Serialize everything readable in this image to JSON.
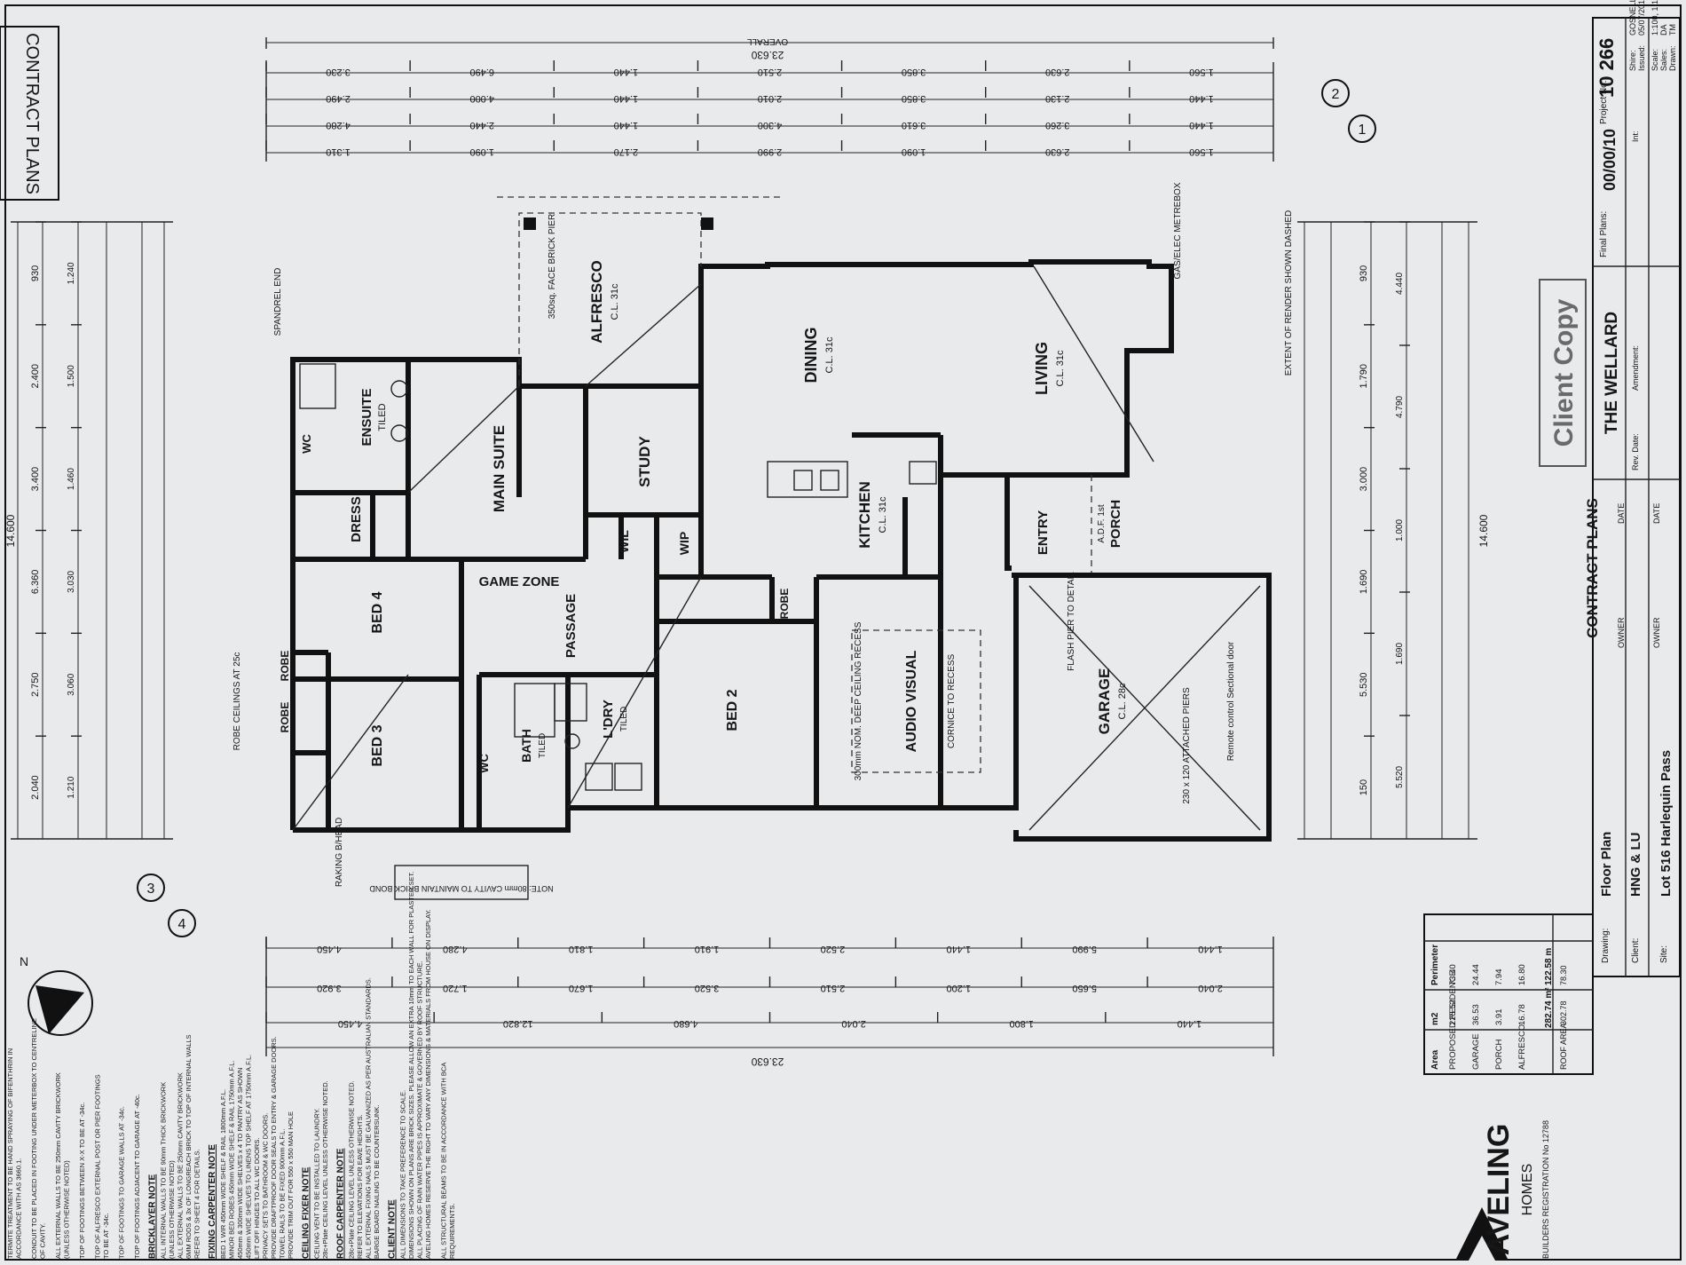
{
  "sheet": {
    "contract_plans_label": "CONTRACT PLANS",
    "client_copy_stamp": "Client Copy",
    "extent_of_render_note": "EXTENT OF RENDER SHOWN DASHED",
    "cavity_note": "NOTE: 80mm CAVITY TO MAINTAIN BRICK BOND",
    "north_label": "N",
    "section_marks": [
      "1",
      "2",
      "3",
      "4"
    ]
  },
  "rooms": {
    "main_suite": "MAIN SUITE",
    "ensuite": "ENSUITE",
    "ensuite_tiled": "TILED",
    "dress": "DRESS",
    "wc_upper": "WC",
    "study": "STUDY",
    "alfresco": "ALFRESCO",
    "alfresco_sub": "C.L. 31c",
    "dining": "DINING",
    "dining_sub": "C.L. 31c",
    "kitchen": "KITCHEN",
    "kitchen_sub": "C.L. 31c",
    "living": "LIVING",
    "living_sub": "C.L. 31c",
    "porch": "PORCH",
    "porch_sub": "A.D.F. 1st",
    "entry": "ENTRY",
    "game_zone": "GAME ZONE",
    "passage": "PASSAGE",
    "wil": "WIL",
    "wip": "WIP",
    "bed4": "BED 4",
    "bed3": "BED 3",
    "bed2": "BED 2",
    "robe_a": "ROBE",
    "robe_b": "ROBE",
    "robe_c": "ROBE",
    "bath": "BATH",
    "bath_tiled": "TILED",
    "wc_lower": "WC",
    "ldry": "L'DRY",
    "ldry_tiled": "TILED",
    "audio_visual": "AUDIO VISUAL",
    "garage": "GARAGE",
    "garage_sub": "C.L. 28c"
  },
  "annotations": {
    "ceiling_recess": "300mm NOM. DEEP CEILING RECESS",
    "cornice_recess": "CORNICE TO RECESS",
    "spandrel_end": "SPANDREL END",
    "gas_metrebox": "GAS/ELEC METREBOX",
    "brick_pier": "350sq. FACE BRICK PIER",
    "flash_pier": "FLASH PIER TO DETAIL",
    "attached_piers": "230 x 120 ATTACHED PIERS",
    "sectional_door": "Remote control Sectional door",
    "robe_ceilings": "ROBE CEILINGS AT 25c",
    "raking": "RAKING B/HEAD"
  },
  "dims": {
    "overall_top": "23.630",
    "overall_top_label": "OVERALL",
    "top_row_1": [
      "3.230",
      "6.490",
      "1.440",
      "2.510",
      "3.850",
      "2.630",
      "1.560"
    ],
    "top_row_2": [
      "2.490",
      "4.000",
      "1.440",
      "2.010",
      "3.850",
      "2.130",
      "1.440"
    ],
    "top_row_3": [
      "4.280",
      "2.440",
      "1.440",
      "4.300",
      "3.610",
      "3.260",
      "1.440"
    ],
    "top_row_4": [
      "1.310",
      "1.090",
      "2.170",
      "2.990",
      "1.090",
      "2.630",
      "1.560"
    ],
    "bottom_row_1": [
      "4.450",
      "4.280",
      "1.810",
      "1.910",
      "2.520",
      "1.440",
      "5.990",
      "1.440"
    ],
    "bottom_row_2": [
      "3.920",
      "1.720",
      "1.670",
      "3.520",
      "2.510",
      "1.200",
      "5.650",
      "2.040"
    ],
    "bottom_row_3": [
      "4.450",
      "12.820",
      "4.680",
      "2.040",
      "1.800",
      "1.440"
    ],
    "overall_bottom": "23.630",
    "left_overall": "14.600",
    "left_chain": [
      "930",
      "2.400",
      "3.400",
      "6.360",
      "2.750",
      "2.040"
    ],
    "left_chain_2": [
      "1.240",
      "1.500",
      "1.460",
      "3.030",
      "3.060",
      "1.210"
    ],
    "right_overall": "14.600",
    "right_chain": [
      "930",
      "1.790",
      "3.000",
      "1.690",
      "5.530",
      "150"
    ],
    "right_chain_2": [
      "4.440",
      "4.790",
      "1.000",
      "1.690",
      "5.520"
    ]
  },
  "title_block": {
    "final_plans_label": "Final Plans:",
    "final_plans_date": "00/00/10",
    "project_no_label": "Project No:",
    "project_no": "10 266",
    "shire_label": "Shire:",
    "shire": "GOSNELLS",
    "issued_label": "Issued:",
    "issued": "05/07/2010",
    "scale_label": "Scale:",
    "scale": "1:100, 1:1:11",
    "sales_label": "Sales:",
    "sales": "DA",
    "drawn_label": "Drawn:",
    "drawn": "TM",
    "design_name": "THE WELLARD",
    "rev_date_label": "Rev. Date:",
    "amendment_label": "Amendment:",
    "int_label": "Int:",
    "contract_plans": "CONTRACT PLANS",
    "owner_label": "OWNER",
    "date_label": "DATE",
    "drawing_label": "Drawing:",
    "drawing": "Floor Plan",
    "client_label": "Client:",
    "client": "HNG & LU",
    "site_label": "Site:",
    "site": "Lot 516 Harlequin Pass"
  },
  "company": {
    "name": "AVELING",
    "sub": "HOMES",
    "registration": "BUILDERS REGISTRATION No 12788"
  },
  "area_table": {
    "headers": [
      "Area",
      "m2",
      "Perimeter"
    ],
    "rows": [
      [
        "PROPOSED RESIDENCE",
        "225.52",
        "73.40"
      ],
      [
        "GARAGE",
        "36.53",
        "24.44"
      ],
      [
        "PORCH",
        "3.91",
        "7.94"
      ],
      [
        "ALFRESCO",
        "16.78",
        "16.80"
      ]
    ],
    "total_area": "282.74 m²",
    "total_perimeter": "122.58 m",
    "roof_area_label": "ROOF AREA",
    "roof_area": "302.78",
    "roof_perimeter": "78.30"
  },
  "notes": [
    {
      "heading": "",
      "lines": [
        "TERMITE TREATMENT TO BE HAND SPRAYING OF BIFENTHRIN IN",
        "ACCORDANCE WITH AS 3660.1."
      ]
    },
    {
      "heading": "",
      "lines": [
        "CONDUIT TO BE PLACED IN FOOTING UNDER METERBOX TO CENTRELINE",
        "OF CAVITY."
      ]
    },
    {
      "heading": "",
      "lines": [
        "ALL EXTERNAL WALLS TO BE 250mm CAVITY BRICKWORK",
        "(UNLESS OTHERWISE NOTED)"
      ]
    },
    {
      "heading": "",
      "lines": [
        "TOP OF FOOTINGS BETWEEN X-X TO BE AT -34c."
      ]
    },
    {
      "heading": "",
      "lines": [
        "TOP OF ALFRESCO EXTERNAL POST OR PIER FOOTINGS",
        "TO BE AT -34c."
      ]
    },
    {
      "heading": "",
      "lines": [
        "TOP OF FOOTINGS TO GARAGE WALLS AT -34c."
      ]
    },
    {
      "heading": "",
      "lines": [
        "TOP OF FOOTINGS ADJACENT TO GARAGE AT -40c."
      ]
    },
    {
      "heading": "BRICKLAYER NOTE",
      "lines": [
        "ALL INTERNAL WALLS TO BE 90mm THICK BRICKWORK",
        "(UNLESS OTHERWISE NOTED)",
        "ALL EXTERNAL WALLS TO BE 250mm CAVITY BRICKWORK",
        "6MM RODS & 3x OF LONGREACH BRICK TO TOP OF INTERNAL WALLS",
        "REFER TO SHEET 4 FOR DETAILS."
      ]
    },
    {
      "heading": "FIXING CARPENTER NOTE",
      "lines": [
        "BED 1 WIR 450mm WIDE SHELF & RAIL 1800mm A.F.L.",
        "MINOR BED ROBES 450mm WIDE SHELF & RAIL 1750mm A.F.L.",
        "450mm & 300mm WIDE SHELVES x 4 TO PANTRY AS SHOWN",
        "450mm WIDE SHELVES TO LINENS TOP SHELF AT 1750mm A.F.L.",
        "LIFT OFF HINGES TO ALL WC DOORS.",
        "PRIVACY SETS TO BATHROOM & WC DOORS.",
        "PROVIDE DRAFTPROOF DOOR SEALS TO ENTRY & GARAGE DOORS.",
        "TOWEL RAILS TO BE FIXED 900mm A.F.L.",
        "PROVIDE TRIM OUT FOR 550 x 550 MAN HOLE"
      ]
    },
    {
      "heading": "CEILING FIXER NOTE",
      "lines": [
        "CEILING VENT TO BE INSTALLED TO LAUNDRY.",
        "28c+Plate CEILING LEVEL UNLESS OTHERWISE NOTED."
      ]
    },
    {
      "heading": "ROOF CARPENTER NOTE",
      "lines": [
        "28c+Plate CEILING LEVEL UNLESS OTHERWISE NOTED.",
        "REFER TO ELEVATIONS FOR EAVE HEIGHTS.",
        "ALL EXTERNAL FIXING NAILS MUST BE GALVANIZED AS PER AUSTRALIAN STANDARDS.",
        "BARGE BOARD NAILING TO BE COUNTERSUNK."
      ]
    },
    {
      "heading": "CLIENT NOTE",
      "lines": [
        "ALL DIMENSIONS TO TAKE PREFERENCE TO SCALE.",
        "DIMENSIONS SHOWN ON PLANS ARE BRICK SIZES. PLEASE ALLOW AN EXTRA 10mm TO EACH WALL FOR PLASTER SET.",
        "ALL PLACING OF RAIN WATER PIPES IS APPROXIMATE & GOVERNED BY ROOF STRUCTURE.",
        "AVELING HOMES RESERVE THE RIGHT TO VARY ANY DIMENSIONS & MATERIALS FROM HOUSE ON DISPLAY."
      ]
    },
    {
      "heading": "",
      "lines": [
        "ALL STRUCTURAL BEAMS TO BE IN ACCORDANCE WITH BCA",
        "REQUIREMENTS."
      ]
    }
  ]
}
